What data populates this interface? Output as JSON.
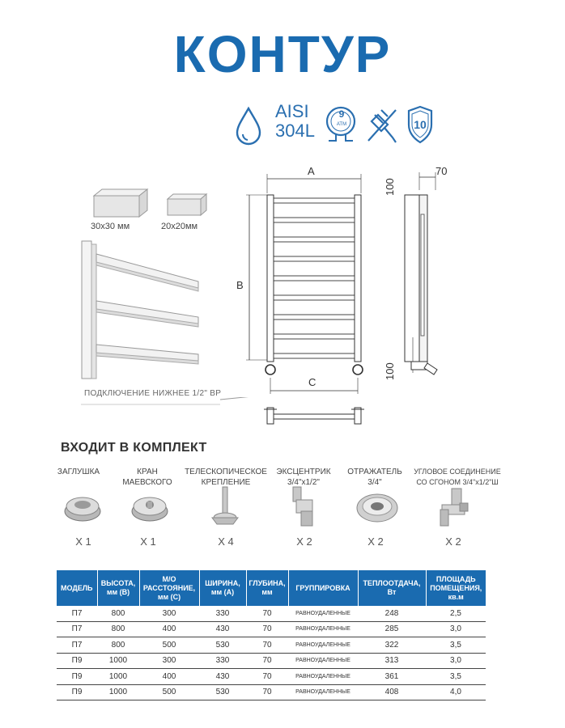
{
  "brand": "КОНТУР",
  "features": {
    "material_line1": "AISI",
    "material_line2": "304L",
    "pressure_value": "9",
    "pressure_unit": "ATM",
    "warranty": "10",
    "icons": [
      "water-drop-icon",
      "pressure-gauge-icon",
      "electric-plug-icon",
      "warranty-shield-icon"
    ]
  },
  "drawing": {
    "profile_large": "30x30 мм",
    "profile_small": "20x20мм",
    "dim_a": "A",
    "dim_b": "B",
    "dim_c": "C",
    "dim_depth": "70",
    "dim_top": "100",
    "dim_bottom": "100",
    "connection": "ПОДКЛЮЧЕНИЕ НИЖНЕЕ 1/2\" ВР"
  },
  "kit": {
    "title": "ВХОДИТ В КОМПЛЕКТ",
    "items": [
      {
        "line1": "ЗАГЛУШКА",
        "line2": "",
        "qty": "X 1",
        "icon": "plug-cap-icon"
      },
      {
        "line1": "КРАН",
        "line2": "МАЕВСКОГО",
        "qty": "X 1",
        "icon": "mayevsky-valve-icon"
      },
      {
        "line1": "ТЕЛЕСКОПИЧЕСКОЕ",
        "line2": "КРЕПЛЕНИЕ",
        "qty": "X 4",
        "icon": "telescopic-mount-icon"
      },
      {
        "line1": "ЭКСЦЕНТРИК",
        "line2": "3/4\"х1/2\"",
        "qty": "X 2",
        "icon": "eccentric-fitting-icon"
      },
      {
        "line1": "ОТРАЖАТЕЛЬ",
        "line2": "3/4\"",
        "qty": "X 2",
        "icon": "reflector-icon"
      },
      {
        "line1": "УГЛОВОЕ СОЕДИНЕНИЕ",
        "line2": "СО СГОНОМ 3/4\"х1/2\"Ш",
        "qty": "X 2",
        "icon": "corner-connector-icon"
      }
    ]
  },
  "table": {
    "headers": [
      {
        "line1": "МОДЕЛЬ",
        "line2": ""
      },
      {
        "line1": "ВЫСОТА,",
        "line2": "мм (В)"
      },
      {
        "line1": "М/О",
        "line2": "РАССТОЯНИЕ,",
        "line3": "мм (С)"
      },
      {
        "line1": "ШИРИНА,",
        "line2": "мм (А)"
      },
      {
        "line1": "ГЛУБИНА,",
        "line2": "мм"
      },
      {
        "line1": "ГРУППИРОВКА",
        "line2": ""
      },
      {
        "line1": "ТЕПЛООТДАЧА,",
        "line2": "Вт"
      },
      {
        "line1": "ПЛОЩАДЬ",
        "line2": "ПОМЕЩЕНИЯ,",
        "line3": "кв.м"
      }
    ],
    "rows": [
      [
        "П7",
        "800",
        "300",
        "330",
        "70",
        "РАВНОУДАЛЕННЫЕ",
        "248",
        "2,5"
      ],
      [
        "П7",
        "800",
        "400",
        "430",
        "70",
        "РАВНОУДАЛЕННЫЕ",
        "285",
        "3,0"
      ],
      [
        "П7",
        "800",
        "500",
        "530",
        "70",
        "РАВНОУДАЛЕННЫЕ",
        "322",
        "3,5"
      ],
      [
        "П9",
        "1000",
        "300",
        "330",
        "70",
        "РАВНОУДАЛЕННЫЕ",
        "313",
        "3,0"
      ],
      [
        "П9",
        "1000",
        "400",
        "430",
        "70",
        "РАВНОУДАЛЕННЫЕ",
        "361",
        "3,5"
      ],
      [
        "П9",
        "1000",
        "500",
        "530",
        "70",
        "РАВНОУДАЛЕННЫЕ",
        "408",
        "4,0"
      ]
    ]
  },
  "colors": {
    "brand": "#1a6bb0",
    "header_bg": "#1a6bb0",
    "header_text": "#ffffff"
  }
}
